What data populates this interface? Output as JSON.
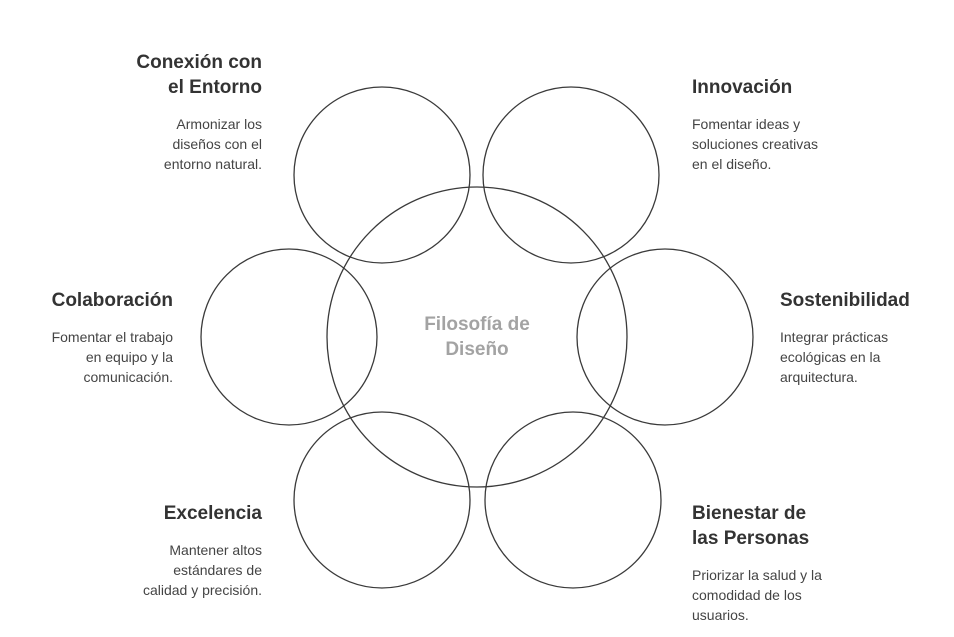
{
  "colors": {
    "outline": "#3a3a3a",
    "center_text": "#a3a3a3",
    "title_text": "#333333",
    "body_text": "#444444"
  },
  "center": {
    "label": "Filosofía de\nDiseño"
  },
  "concepts": [
    {
      "title": "Conexión con\nel Entorno",
      "description": "Armonizar los\ndiseños con el\nentorno natural."
    },
    {
      "title": "Innovación",
      "description": "Fomentar ideas y\nsoluciones creativas\nen el diseño."
    },
    {
      "title": "Colaboración",
      "description": "Fomentar el trabajo\nen equipo y la\ncomunicación."
    },
    {
      "title": "Sostenibilidad",
      "description": "Integrar prácticas\necológicas en la\narquitectura."
    },
    {
      "title": "Excelencia",
      "description": "Mantener altos\nestándares de\ncalidad y precisión."
    },
    {
      "title": "Bienestar de\nlas Personas",
      "description": "Priorizar la salud y la\ncomodidad de los\nusuarios."
    }
  ]
}
